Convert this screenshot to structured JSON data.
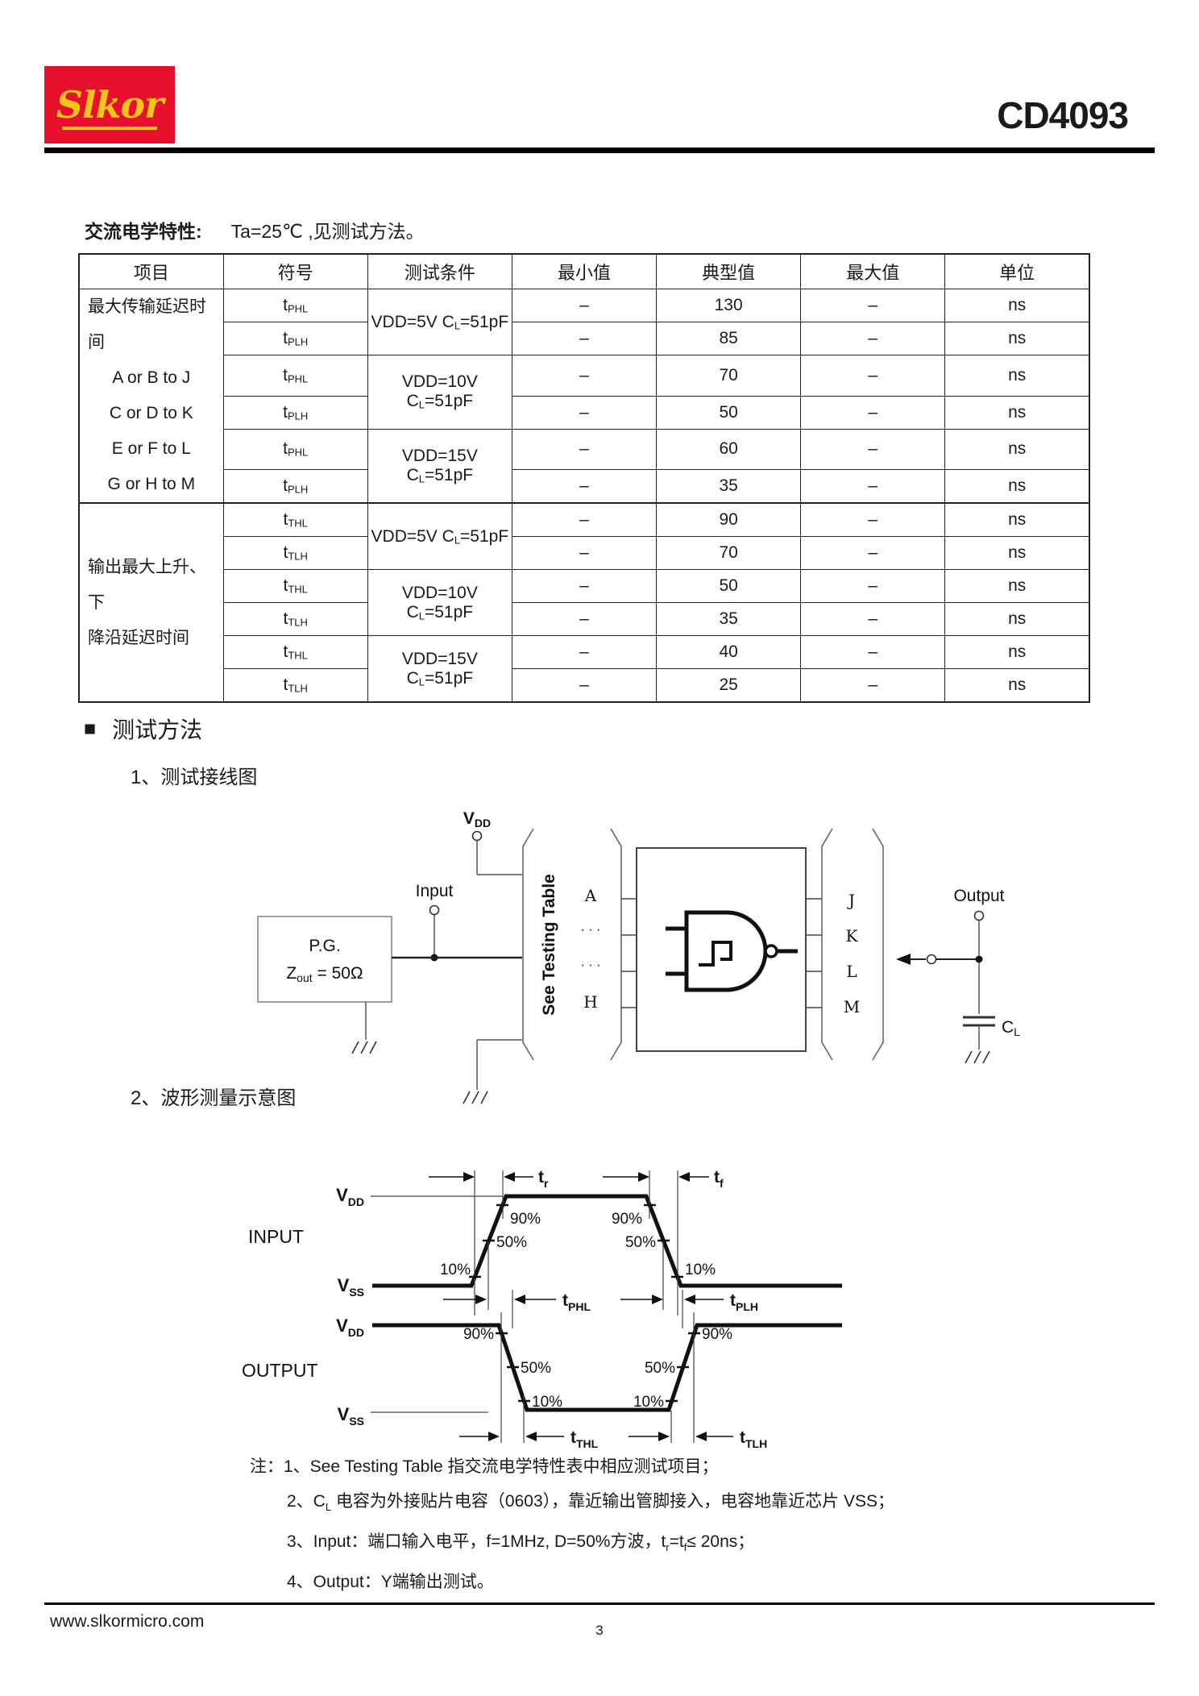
{
  "header": {
    "logo_text": "Slkor",
    "part_number": "CD4093"
  },
  "ac_section": {
    "title_bold": "交流电学特性:",
    "title_rest": "Ta=25℃ ,见测试方法。",
    "table": {
      "headers": [
        "项目",
        "符号",
        "测试条件",
        "最小值",
        "典型值",
        "最大值",
        "单位"
      ],
      "groups": [
        {
          "item_lines": [
            "最大传输延迟时间",
            "A or B to J",
            "C or D to K",
            "E or F to L",
            "G or H to M"
          ],
          "item_align": "center",
          "rows": [
            {
              "sym": [
                "t",
                "PHL"
              ],
              "cond": [
                [
                  "VDD=5V C",
                  "L"
                ],
                [
                  "=51pF",
                  ""
                ]
              ],
              "min": "–",
              "typ": "130",
              "max": "–",
              "unit": "ns"
            },
            {
              "sym": [
                "t",
                "PLH"
              ],
              "min": "–",
              "typ": "85",
              "max": "–",
              "unit": "ns"
            },
            {
              "sym": [
                "t",
                "PHL"
              ],
              "cond": [
                [
                  "VDD=10V C",
                  "L"
                ],
                [
                  "=51pF",
                  ""
                ]
              ],
              "min": "–",
              "typ": "70",
              "max": "–",
              "unit": "ns"
            },
            {
              "sym": [
                "t",
                "PLH"
              ],
              "min": "–",
              "typ": "50",
              "max": "–",
              "unit": "ns"
            },
            {
              "sym": [
                "t",
                "PHL"
              ],
              "cond": [
                [
                  "VDD=15V C",
                  "L"
                ],
                [
                  "=51pF",
                  ""
                ]
              ],
              "min": "–",
              "typ": "60",
              "max": "–",
              "unit": "ns"
            },
            {
              "sym": [
                "t",
                "PLH"
              ],
              "min": "–",
              "typ": "35",
              "max": "–",
              "unit": "ns"
            }
          ]
        },
        {
          "item_lines": [
            "输出最大上升、下",
            "降沿延迟时间"
          ],
          "item_align": "left",
          "rows": [
            {
              "sym": [
                "t",
                "THL"
              ],
              "cond": [
                [
                  "VDD=5V C",
                  "L"
                ],
                [
                  "=51pF",
                  ""
                ]
              ],
              "min": "–",
              "typ": "90",
              "max": "–",
              "unit": "ns"
            },
            {
              "sym": [
                "t",
                "TLH"
              ],
              "min": "–",
              "typ": "70",
              "max": "–",
              "unit": "ns"
            },
            {
              "sym": [
                "t",
                "THL"
              ],
              "cond": [
                [
                  "VDD=10V C",
                  "L"
                ],
                [
                  "=51pF",
                  ""
                ]
              ],
              "min": "–",
              "typ": "50",
              "max": "–",
              "unit": "ns"
            },
            {
              "sym": [
                "t",
                "TLH"
              ],
              "min": "–",
              "typ": "35",
              "max": "–",
              "unit": "ns"
            },
            {
              "sym": [
                "t",
                "THL"
              ],
              "cond": [
                [
                  "VDD=15V C",
                  "L"
                ],
                [
                  "=51pF",
                  ""
                ]
              ],
              "min": "–",
              "typ": "40",
              "max": "–",
              "unit": "ns"
            },
            {
              "sym": [
                "t",
                "TLH"
              ],
              "min": "–",
              "typ": "25",
              "max": "–",
              "unit": "ns"
            }
          ]
        }
      ]
    }
  },
  "sections": {
    "bullet": "■",
    "title": "测试方法",
    "sub1": "1、测试接线图",
    "sub2": "2、波形测量示意图"
  },
  "circuit": {
    "pg_label": "P.G.",
    "zout": {
      "pre": "Z",
      "sub": "out",
      "post": " = 50Ω"
    },
    "input_label": "Input",
    "vdd": {
      "base": "V",
      "sub": "DD"
    },
    "see_testing": "See Testing Table",
    "pin_a": "A",
    "pin_h": "H",
    "dots": "· · ·",
    "out_j": "J",
    "out_k": "K",
    "out_l": "L",
    "out_m": "M",
    "output_label": "Output",
    "cl": {
      "base": "C",
      "sub": "L"
    }
  },
  "wave": {
    "input_label": "INPUT",
    "output_label": "OUTPUT",
    "vdd": {
      "base": "V",
      "sub": "DD"
    },
    "vss": {
      "base": "V",
      "sub": "SS"
    },
    "tr": {
      "base": "t",
      "sub": "r"
    },
    "tf": {
      "base": "t",
      "sub": "f"
    },
    "tphl": {
      "base": "t",
      "sub": "PHL"
    },
    "tplh": {
      "base": "t",
      "sub": "PLH"
    },
    "tthl": {
      "base": "t",
      "sub": "THL"
    },
    "ttlh": {
      "base": "t",
      "sub": "TLH"
    },
    "pct90": "90%",
    "pct50": "50%",
    "pct10": "10%"
  },
  "notes": {
    "lines": [
      [
        [
          "注：1、See Testing Table 指交流电学特性表中相应测试项目；",
          ""
        ]
      ],
      [
        [
          "2、C",
          "L"
        ],
        [
          " 电容为外接贴片电容（0603），靠近输出管脚接入，电容地靠近芯片 VSS；",
          ""
        ]
      ],
      [
        [
          "3、Input：端口输入电平，f=1MHz, D=50%方波，t",
          "r"
        ],
        [
          "=t",
          "f"
        ],
        [
          "≤ 20ns；",
          ""
        ]
      ],
      [
        [
          "4、Output：Y端输出测试。",
          ""
        ]
      ]
    ]
  },
  "footer": {
    "url": "www.slkormicro.com",
    "page": "3"
  }
}
